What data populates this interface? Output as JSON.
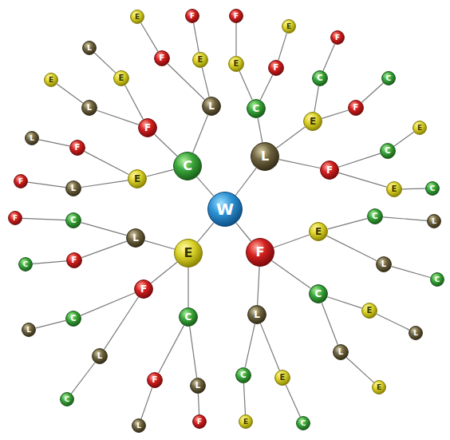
{
  "diagram": {
    "nodes": [
      {
        "text": [
          "W"
        ]
      },
      {
        "text": [
          "C"
        ]
      },
      {
        "text": [
          "L"
        ]
      },
      {
        "text": [
          "F"
        ]
      },
      {
        "text": [
          "E"
        ]
      },
      {
        "text": [
          "E"
        ]
      },
      {
        "text": [
          "F"
        ]
      },
      {
        "text": [
          "F"
        ]
      },
      {
        "text": [
          "E"
        ]
      },
      {
        "text": [
          "L"
        ]
      },
      {
        "text": [
          "L"
        ]
      },
      {
        "text": [
          "E"
        ]
      },
      {
        "text": [
          "E"
        ]
      },
      {
        "text": [
          "F"
        ]
      },
      {
        "text": [
          "L"
        ]
      },
      {
        "text": [
          "L"
        ]
      },
      {
        "text": [
          "F"
        ]
      },
      {
        "text": [
          "L"
        ]
      },
      {
        "text": [
          "C"
        ]
      },
      {
        "text": [
          "E"
        ]
      },
      {
        "text": [
          "F"
        ]
      },
      {
        "text": [
          "F"
        ]
      },
      {
        "text": [
          "E"
        ]
      },
      {
        "text": [
          "E"
        ]
      },
      {
        "text": [
          "C"
        ]
      },
      {
        "text": [
          "F"
        ]
      },
      {
        "text": [
          "F"
        ]
      },
      {
        "text": [
          "C"
        ]
      },
      {
        "text": [
          "F"
        ]
      },
      {
        "text": [
          "C"
        ]
      },
      {
        "text": [
          "E"
        ]
      },
      {
        "text": [
          "E"
        ]
      },
      {
        "text": [
          "C"
        ]
      },
      {
        "text": [
          "E"
        ]
      },
      {
        "text": [
          "L"
        ]
      },
      {
        "text": [
          "C"
        ]
      },
      {
        "text": [
          "F"
        ]
      },
      {
        "text": [
          "F"
        ]
      },
      {
        "text": [
          "C"
        ]
      },
      {
        "text": [
          "F"
        ]
      },
      {
        "text": [
          "C"
        ]
      },
      {
        "text": [
          "L"
        ]
      },
      {
        "text": [
          "L"
        ]
      },
      {
        "text": [
          "C"
        ]
      },
      {
        "text": [
          "C"
        ]
      },
      {
        "text": [
          "F"
        ]
      },
      {
        "text": [
          "L"
        ]
      },
      {
        "text": [
          "L"
        ]
      },
      {
        "text": [
          "F"
        ]
      },
      {
        "text": [
          "F"
        ]
      },
      {
        "text": [
          "E"
        ]
      },
      {
        "text": [
          "C"
        ]
      },
      {
        "text": [
          "L"
        ]
      },
      {
        "text": [
          "L"
        ]
      },
      {
        "text": [
          "C"
        ]
      },
      {
        "text": [
          "C"
        ]
      },
      {
        "text": [
          "E"
        ]
      },
      {
        "text": [
          "L"
        ]
      },
      {
        "text": [
          "L"
        ]
      },
      {
        "text": [
          "E"
        ]
      },
      {
        "text": [
          "L"
        ]
      },
      {
        "text": [
          "C"
        ]
      },
      {
        "text": [
          "E"
        ]
      },
      {
        "text": [
          "E"
        ]
      },
      {
        "text": [
          "C"
        ]
      }
    ],
    "edges": [
      {
        "from": 0,
        "to": 1,
        "arrow": "none"
      },
      {
        "from": 1,
        "to": 2,
        "arrow": "none"
      },
      {
        "from": 2,
        "to": 3,
        "arrow": "none"
      },
      {
        "from": 3,
        "to": 4,
        "arrow": "none"
      },
      {
        "from": 2,
        "to": 5,
        "arrow": "none"
      },
      {
        "from": 5,
        "to": 6,
        "arrow": "none"
      },
      {
        "from": 1,
        "to": 7,
        "arrow": "none"
      },
      {
        "from": 7,
        "to": 8,
        "arrow": "none"
      },
      {
        "from": 8,
        "to": 9,
        "arrow": "none"
      },
      {
        "from": 7,
        "to": 10,
        "arrow": "none"
      },
      {
        "from": 10,
        "to": 11,
        "arrow": "none"
      },
      {
        "from": 1,
        "to": 12,
        "arrow": "none"
      },
      {
        "from": 12,
        "to": 13,
        "arrow": "none"
      },
      {
        "from": 13,
        "to": 14,
        "arrow": "none"
      },
      {
        "from": 12,
        "to": 15,
        "arrow": "none"
      },
      {
        "from": 15,
        "to": 16,
        "arrow": "none"
      },
      {
        "from": 0,
        "to": 17,
        "arrow": "none"
      },
      {
        "from": 17,
        "to": 18,
        "arrow": "none"
      },
      {
        "from": 18,
        "to": 19,
        "arrow": "none"
      },
      {
        "from": 19,
        "to": 20,
        "arrow": "none"
      },
      {
        "from": 18,
        "to": 21,
        "arrow": "none"
      },
      {
        "from": 21,
        "to": 22,
        "arrow": "none"
      },
      {
        "from": 17,
        "to": 23,
        "arrow": "none"
      },
      {
        "from": 23,
        "to": 24,
        "arrow": "none"
      },
      {
        "from": 24,
        "to": 25,
        "arrow": "none"
      },
      {
        "from": 23,
        "to": 26,
        "arrow": "none"
      },
      {
        "from": 26,
        "to": 27,
        "arrow": "none"
      },
      {
        "from": 17,
        "to": 28,
        "arrow": "none"
      },
      {
        "from": 28,
        "to": 29,
        "arrow": "none"
      },
      {
        "from": 29,
        "to": 30,
        "arrow": "none"
      },
      {
        "from": 28,
        "to": 31,
        "arrow": "none"
      },
      {
        "from": 31,
        "to": 32,
        "arrow": "none"
      },
      {
        "from": 0,
        "to": 33,
        "arrow": "none"
      },
      {
        "from": 33,
        "to": 34,
        "arrow": "none"
      },
      {
        "from": 34,
        "to": 35,
        "arrow": "none"
      },
      {
        "from": 35,
        "to": 36,
        "arrow": "none"
      },
      {
        "from": 34,
        "to": 37,
        "arrow": "none"
      },
      {
        "from": 37,
        "to": 38,
        "arrow": "none"
      },
      {
        "from": 33,
        "to": 39,
        "arrow": "none"
      },
      {
        "from": 39,
        "to": 40,
        "arrow": "none"
      },
      {
        "from": 40,
        "to": 41,
        "arrow": "none"
      },
      {
        "from": 39,
        "to": 42,
        "arrow": "none"
      },
      {
        "from": 42,
        "to": 43,
        "arrow": "none"
      },
      {
        "from": 33,
        "to": 44,
        "arrow": "none"
      },
      {
        "from": 44,
        "to": 45,
        "arrow": "none"
      },
      {
        "from": 45,
        "to": 46,
        "arrow": "none"
      },
      {
        "from": 44,
        "to": 47,
        "arrow": "none"
      },
      {
        "from": 47,
        "to": 48,
        "arrow": "none"
      },
      {
        "from": 0,
        "to": 49,
        "arrow": "none"
      },
      {
        "from": 49,
        "to": 50,
        "arrow": "none"
      },
      {
        "from": 50,
        "to": 51,
        "arrow": "none"
      },
      {
        "from": 51,
        "to": 52,
        "arrow": "none"
      },
      {
        "from": 50,
        "to": 53,
        "arrow": "none"
      },
      {
        "from": 53,
        "to": 54,
        "arrow": "none"
      },
      {
        "from": 49,
        "to": 55,
        "arrow": "none"
      },
      {
        "from": 55,
        "to": 56,
        "arrow": "none"
      },
      {
        "from": 56,
        "to": 57,
        "arrow": "none"
      },
      {
        "from": 55,
        "to": 58,
        "arrow": "none"
      },
      {
        "from": 58,
        "to": 59,
        "arrow": "none"
      },
      {
        "from": 49,
        "to": 60,
        "arrow": "none"
      },
      {
        "from": 60,
        "to": 61,
        "arrow": "none"
      },
      {
        "from": 61,
        "to": 62,
        "arrow": "none"
      },
      {
        "from": 60,
        "to": 63,
        "arrow": "none"
      },
      {
        "from": 63,
        "to": 64,
        "arrow": "none"
      }
    ]
  }
}
